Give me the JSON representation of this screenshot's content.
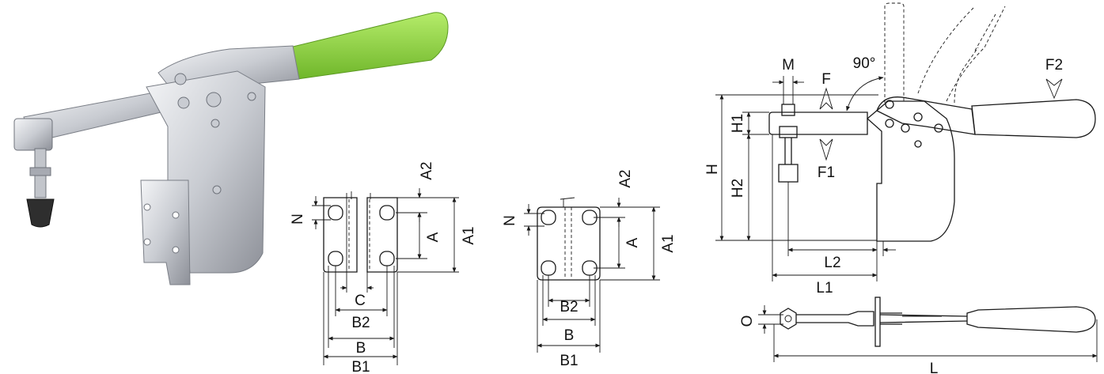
{
  "colors": {
    "grip_green": "#8cd43a",
    "steel_light": "#e6e8ec",
    "steel_mid": "#b8bcc4",
    "steel_dark": "#6f737b",
    "rubber": "#2e2e2e",
    "line": "#1a1a1a"
  },
  "photo": {
    "icon": "toggle-clamp-photo"
  },
  "mount_view_1": {
    "labels": {
      "n": "N",
      "a2": "A2",
      "a": "A",
      "a1": "A1",
      "c": "C",
      "b2": "B2",
      "b": "B",
      "b1": "B1"
    }
  },
  "mount_view_2": {
    "labels": {
      "n": "N",
      "a2": "A2",
      "a": "A",
      "a1": "A1",
      "b2": "B2",
      "b": "B",
      "b1": "B1"
    }
  },
  "side_view": {
    "labels": {
      "m": "M",
      "angle": "90°",
      "f": "F",
      "f1": "F1",
      "f2": "F2",
      "h": "H",
      "h1": "H1",
      "h2": "H2",
      "l1": "L1",
      "l2": "L2"
    }
  },
  "top_view": {
    "labels": {
      "o": "O",
      "l": "L"
    }
  }
}
